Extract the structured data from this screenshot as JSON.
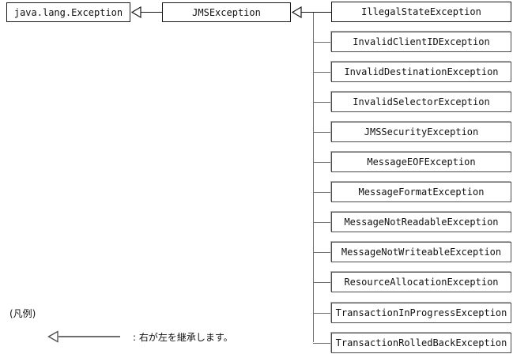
{
  "diagram": {
    "type": "uml-class-hierarchy",
    "root": {
      "label": "java.lang.Exception"
    },
    "parent": {
      "label": "JMSException"
    },
    "subclasses": [
      {
        "label": "IllegalStateException"
      },
      {
        "label": "InvalidClientIDException"
      },
      {
        "label": "InvalidDestinationException"
      },
      {
        "label": "InvalidSelectorException"
      },
      {
        "label": "JMSSecurityException"
      },
      {
        "label": "MessageEOFException"
      },
      {
        "label": "MessageFormatException"
      },
      {
        "label": "MessageNotReadableException"
      },
      {
        "label": "MessageNotWriteableException"
      },
      {
        "label": "ResourceAllocationException"
      },
      {
        "label": "TransactionInProgressException"
      },
      {
        "label": "TransactionRolledBackException"
      }
    ]
  },
  "legend": {
    "title": "(凡例)",
    "description": ": 右が左を継承します。",
    "arrow_icon": "generalization-arrow-icon"
  },
  "colors": {
    "background": "#ffffff",
    "box_border": "#1a1a1a",
    "box_border_soft": "#4a4a4a",
    "box_shadow": "#b4b4b4",
    "line": "#1a1a1a",
    "line_grey": "#6f6f6f",
    "text": "#111111"
  }
}
